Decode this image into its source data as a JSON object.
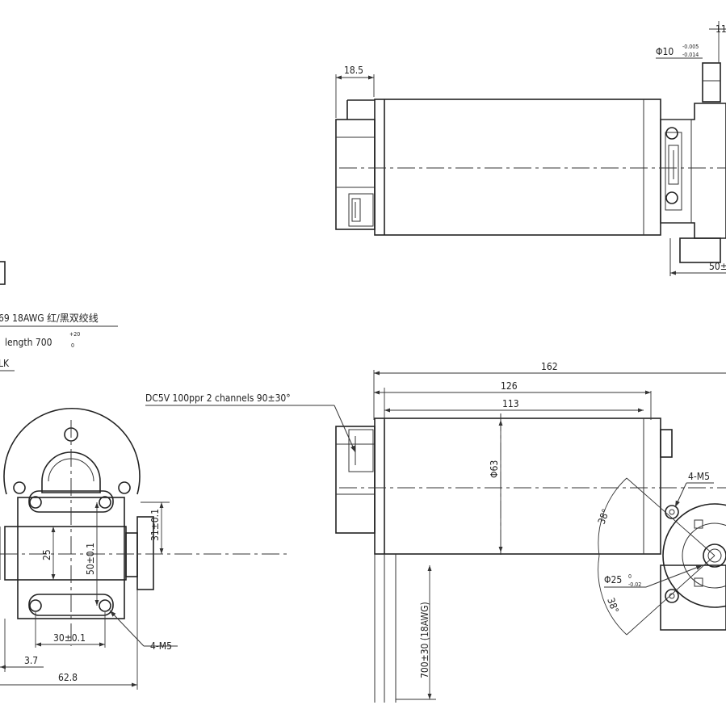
{
  "labels": {
    "top_width": "18.5",
    "top_shaft_dia": "Φ10",
    "top_shaft_tol_upper": "-0.005",
    "top_shaft_tol_lower": "-0.014",
    "top_dim_partial": "11",
    "top_dim_50": "50±",
    "wire_spec": "69 18AWG 红/黑双绞线",
    "wire_length": "length 700",
    "wire_length_tol_upper": "+20",
    "wire_length_tol_lower": "0",
    "wire_color_partial": "LK",
    "encoder_spec": "DC5V 100ppr 2 channels 90±30°",
    "dim_162": "162",
    "dim_126": "126",
    "dim_113": "113",
    "dim_phi63": "Φ63",
    "dim_4m5_front": "4-M5",
    "dim_38_top": "38°",
    "dim_38_bottom": "38°",
    "dim_phi25": "Φ25",
    "dim_phi25_tol_upper": "0",
    "dim_phi25_tol_lower": "-0.02",
    "dim_wire_length": "700±30 (18AWG)",
    "dim_25": "25",
    "dim_50": "50±0.1",
    "dim_31": "31±0.1",
    "dim_30": "30±0.1",
    "dim_4m5_side": "4-M5",
    "dim_3_7": "3.7",
    "dim_62_8": "62.8"
  }
}
